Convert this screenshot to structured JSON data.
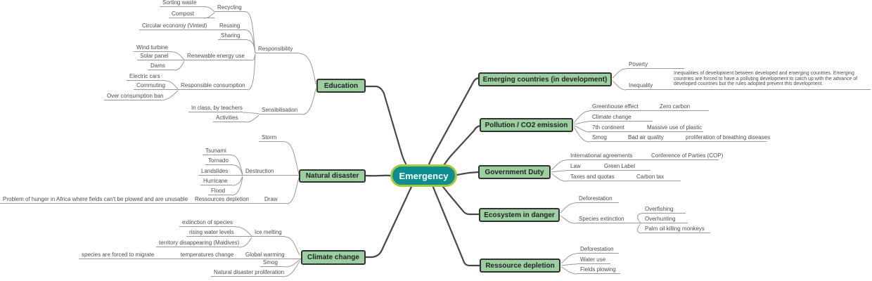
{
  "colors": {
    "center_fill": "#0E8F8F",
    "center_border": "#A9C938",
    "topic_fill": "#9BCF9F",
    "topic_border": "#333333",
    "thin_line": "#999999",
    "branch_line": "#474747",
    "label_text": "#4D4D4D"
  },
  "map": {
    "center": {
      "label": "Emergency"
    },
    "education": {
      "label": "Education",
      "responsibility": {
        "label": "Responsibility",
        "recycling": {
          "label": "Recycling",
          "sorting_waste": {
            "label": "Sorting waste"
          },
          "compost": {
            "label": "Compost"
          }
        },
        "reusing": {
          "label": "Reusing",
          "circular_economy": {
            "label": "Circular economy (Vinted)"
          }
        },
        "sharing": {
          "label": "Sharing"
        },
        "renewable_energy_use": {
          "label": "Renewable energy use",
          "wind_turbine": {
            "label": "Wind turbine"
          },
          "solar_panel": {
            "label": "Solar panel"
          },
          "dams": {
            "label": "Dams"
          }
        },
        "responsible_consumption": {
          "label": "Responsible consumption",
          "electric_cars": {
            "label": "Electric cars"
          },
          "commuting": {
            "label": "Commuting"
          },
          "over_consumption_ban": {
            "label": "Over consumption ban"
          }
        }
      },
      "sensibilisation": {
        "label": "Sensibilisation",
        "in_class": {
          "label": "In class, by teachers"
        },
        "activities": {
          "label": "Activities"
        }
      }
    },
    "natural_disaster": {
      "label": "Natural disaster",
      "storm": {
        "label": "Storm"
      },
      "destruction": {
        "label": "Destruction",
        "tsunami": {
          "label": "Tsunami"
        },
        "tornado": {
          "label": "Tornado"
        },
        "landslides": {
          "label": "Landslides"
        },
        "hurricane": {
          "label": "Hurricane"
        },
        "flood": {
          "label": "Flood"
        }
      },
      "draw": {
        "label": "Draw",
        "ressources_depletion": {
          "label": "Ressources depletion",
          "hunger": {
            "label": "Problem of hunger in Africa where fields can't be plowed and are unusable"
          }
        }
      }
    },
    "climate_change": {
      "label": "Climate change",
      "ice_melting": {
        "label": "Ice melting",
        "extinction_of_species": {
          "label": "extinction of species"
        },
        "rising_water_levels": {
          "label": "rising water levels"
        },
        "territory_disappearing": {
          "label": "territory disappearing (Maldives)"
        }
      },
      "global_warming": {
        "label": "Global warming",
        "temperatures_change": {
          "label": "temperatures change",
          "species_migrate": {
            "label": "species are forced to migrate"
          }
        }
      },
      "smog": {
        "label": "Smog"
      },
      "natural_disaster_proliferation": {
        "label": "Natural disaster proliferation"
      }
    },
    "emerging_countries": {
      "label": "Emerging countries (in development)",
      "poverty": {
        "label": "Poverty"
      },
      "inequality": {
        "label": "Inequality",
        "note": {
          "label": "Inequalities of development between developed and emerging countries. Emerging countries are forced to have a polluting development to catch up with the advance of developed countries but the rules adopted prevent this development."
        }
      }
    },
    "pollution": {
      "label": "Pollution / CO2 emission",
      "greenhouse_effect": {
        "label": "Greenhouse effect",
        "zero_carbon": {
          "label": "Zero carbon"
        }
      },
      "climate_change": {
        "label": "Climate change"
      },
      "seventh_continent": {
        "label": "7th continent",
        "massive_plastic": {
          "label": "Massive use of plastic"
        }
      },
      "smog": {
        "label": "Smog",
        "bad_air_quality": {
          "label": "Bad air quality",
          "breathing_diseases": {
            "label": "proliferation of breathing diseases"
          }
        }
      }
    },
    "government_duty": {
      "label": "Government Duty",
      "international_agreements": {
        "label": "International agreements",
        "cop": {
          "label": "Conference of Parties (COP)"
        }
      },
      "law": {
        "label": "Law",
        "green_label": {
          "label": "Green Label"
        }
      },
      "taxes_and_quotas": {
        "label": "Taxes and quotas",
        "carbon_tax": {
          "label": "Carbon tax"
        }
      }
    },
    "ecosystem_in_danger": {
      "label": "Ecosystem in danger",
      "deforestation": {
        "label": "Deforestation"
      },
      "species_extinction": {
        "label": "Species extinction",
        "overfishing": {
          "label": "Overfishing"
        },
        "overhunting": {
          "label": "Overhunting"
        },
        "palm_oil": {
          "label": "Palm oil killing monkeys"
        }
      }
    },
    "ressource_depletion": {
      "label": "Ressource depletion",
      "deforestation": {
        "label": "Deforestation"
      },
      "water_use": {
        "label": "Water use"
      },
      "fields_plowing": {
        "label": "Fields plowing"
      }
    }
  }
}
